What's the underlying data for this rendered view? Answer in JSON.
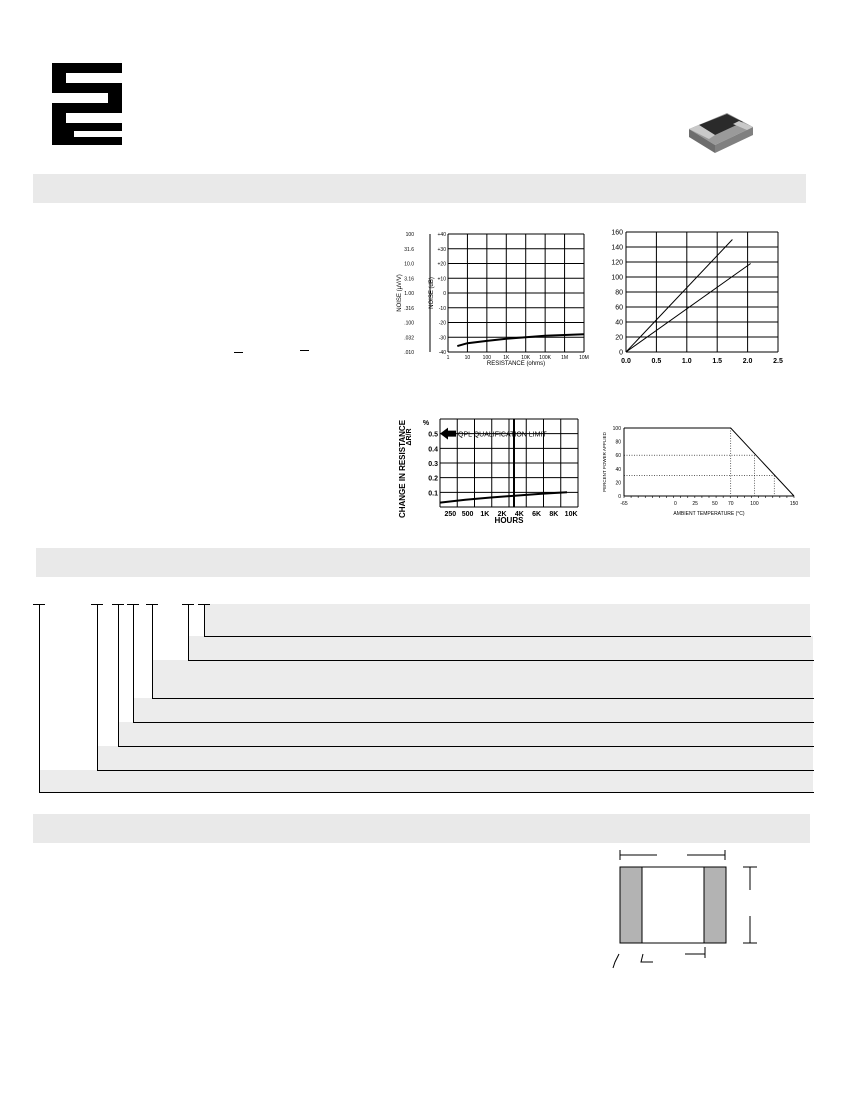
{
  "colors": {
    "band": "#e9e9e9",
    "grid": "#000000",
    "pad": "#b3b3b3"
  },
  "header": {
    "logo_icon": "company-logo-icon",
    "product_photo": "chip-resistor-photo"
  },
  "chart_data": [
    {
      "type": "line",
      "xlabel": "RESISTANCE (ohms)",
      "ylabel": "NOISE (µV/V)",
      "ylabel2": "NOISE (dB)",
      "x_ticks": [
        "1",
        "10",
        "100",
        "1K",
        "10K",
        "100K",
        "1M",
        "10M"
      ],
      "y_ticks": [
        ".010",
        ".032",
        ".100",
        ".316",
        "1.00",
        "3.16",
        "10.0",
        "31.6",
        "100"
      ],
      "y2_ticks": [
        "-40",
        "-30",
        "-20",
        "-10",
        "0",
        "+10",
        "+20",
        "+30",
        "+40"
      ],
      "series": [
        {
          "x": [
            3,
            10,
            100,
            1000,
            10000,
            100000,
            1000000,
            10000000
          ],
          "y": [
            -36,
            -34,
            -32.5,
            -31,
            -30,
            -29,
            -28.5,
            -28
          ]
        }
      ]
    },
    {
      "type": "line",
      "x_ticks": [
        "0.0",
        "0.5",
        "1.0",
        "1.5",
        "2.0",
        "2.5"
      ],
      "y_ticks": [
        "0",
        "20",
        "40",
        "60",
        "80",
        "100",
        "120",
        "140",
        "160"
      ],
      "xlim": [
        0,
        2.5
      ],
      "ylim": [
        0,
        160
      ],
      "series": [
        {
          "x": [
            0,
            1.75
          ],
          "y": [
            0,
            150
          ]
        },
        {
          "x": [
            0,
            2.05
          ],
          "y": [
            0,
            118
          ]
        }
      ]
    },
    {
      "type": "line",
      "ylabel": "CHANGE IN RESISTANCE",
      "ylabel_sym": "ΔR/R",
      "y_unit": "%",
      "xlabel": "HOURS",
      "annotation": "QPL QUALIFICATION LIMIT",
      "x_ticks": [
        "250",
        "500",
        "1K",
        "2K",
        "4K",
        "6K",
        "8K",
        "10K"
      ],
      "y_ticks": [
        "0.1",
        "0.2",
        "0.3",
        "0.4",
        "0.5"
      ],
      "series": [
        {
          "x": [
            0,
            2000,
            4000,
            6000,
            8000,
            10000
          ],
          "y": [
            0.03,
            0.05,
            0.065,
            0.078,
            0.09,
            0.1
          ]
        }
      ]
    },
    {
      "type": "line",
      "xlabel": "AMBIENT TEMPERATURE (°C)",
      "ylabel": "PERCENT POWER APPLIED",
      "x_ticks": [
        "-65",
        "0",
        "25",
        "50",
        "70",
        "100",
        "150"
      ],
      "y_ticks": [
        "0",
        "20",
        "40",
        "60",
        "80",
        "100"
      ],
      "xlim": [
        -65,
        150
      ],
      "ylim": [
        0,
        100
      ],
      "series": [
        {
          "x": [
            -65,
            70,
            150
          ],
          "y": [
            100,
            100,
            0
          ]
        }
      ]
    }
  ]
}
